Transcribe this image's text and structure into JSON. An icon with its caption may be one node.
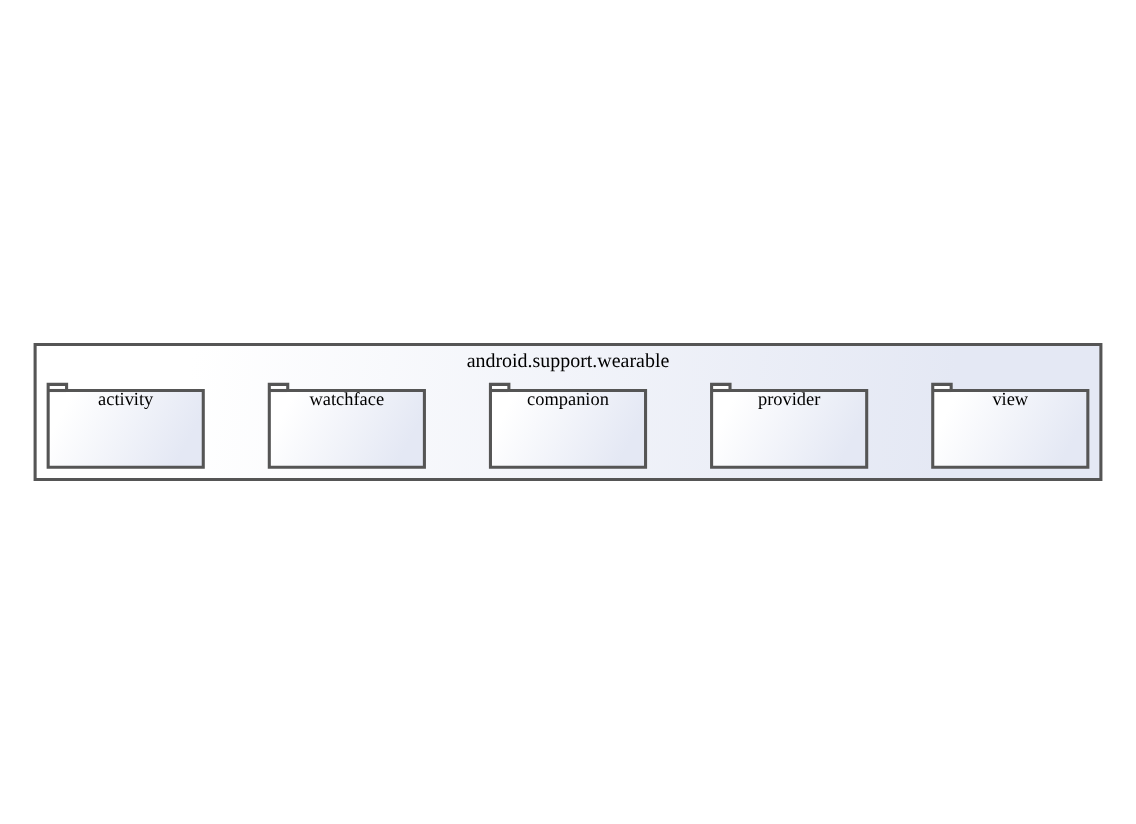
{
  "diagram": {
    "nodes": [
      {
        "text": [
          "android.support.wearable"
        ]
      },
      {
        "text": [
          "view"
        ],
        "in": 0
      },
      {
        "text": [
          "provider"
        ],
        "in": 0
      },
      {
        "text": [
          "companion"
        ],
        "in": 0
      },
      {
        "text": [
          "watchface"
        ],
        "in": 0
      },
      {
        "text": [
          "activity"
        ],
        "in": 0
      }
    ]
  }
}
